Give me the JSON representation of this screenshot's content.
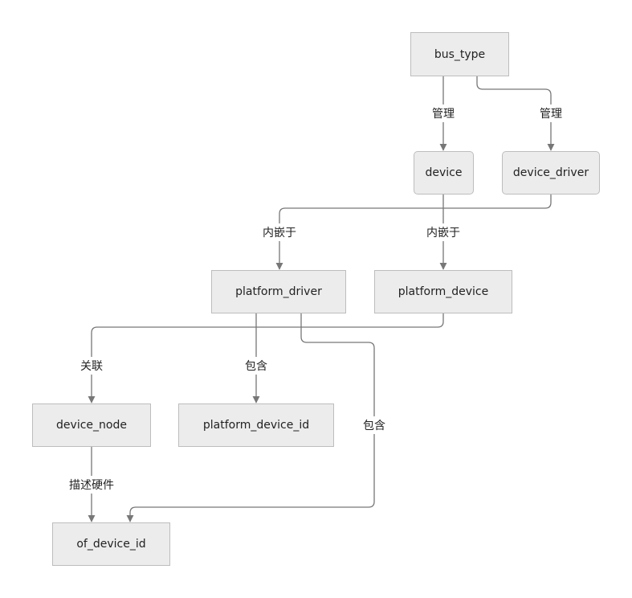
{
  "nodes": {
    "bus_type": "bus_type",
    "device": "device",
    "device_driver": "device_driver",
    "platform_driver": "platform_driver",
    "platform_device": "platform_device",
    "device_node": "device_node",
    "platform_device_id": "platform_device_id",
    "of_device_id": "of_device_id"
  },
  "edges": {
    "bus_to_device": "管理",
    "bus_to_device_driver": "管理",
    "device_driver_to_platform_driver": "内嵌于",
    "device_to_platform_device": "内嵌于",
    "platform_device_to_device_node": "关联",
    "platform_driver_to_platform_device_id": "包含",
    "platform_driver_to_of_device_id": "包含",
    "device_node_to_of_device_id": "描述硬件"
  },
  "colors": {
    "node_fill": "#ececec",
    "node_border": "#bdbdbd",
    "edge": "#777777"
  }
}
